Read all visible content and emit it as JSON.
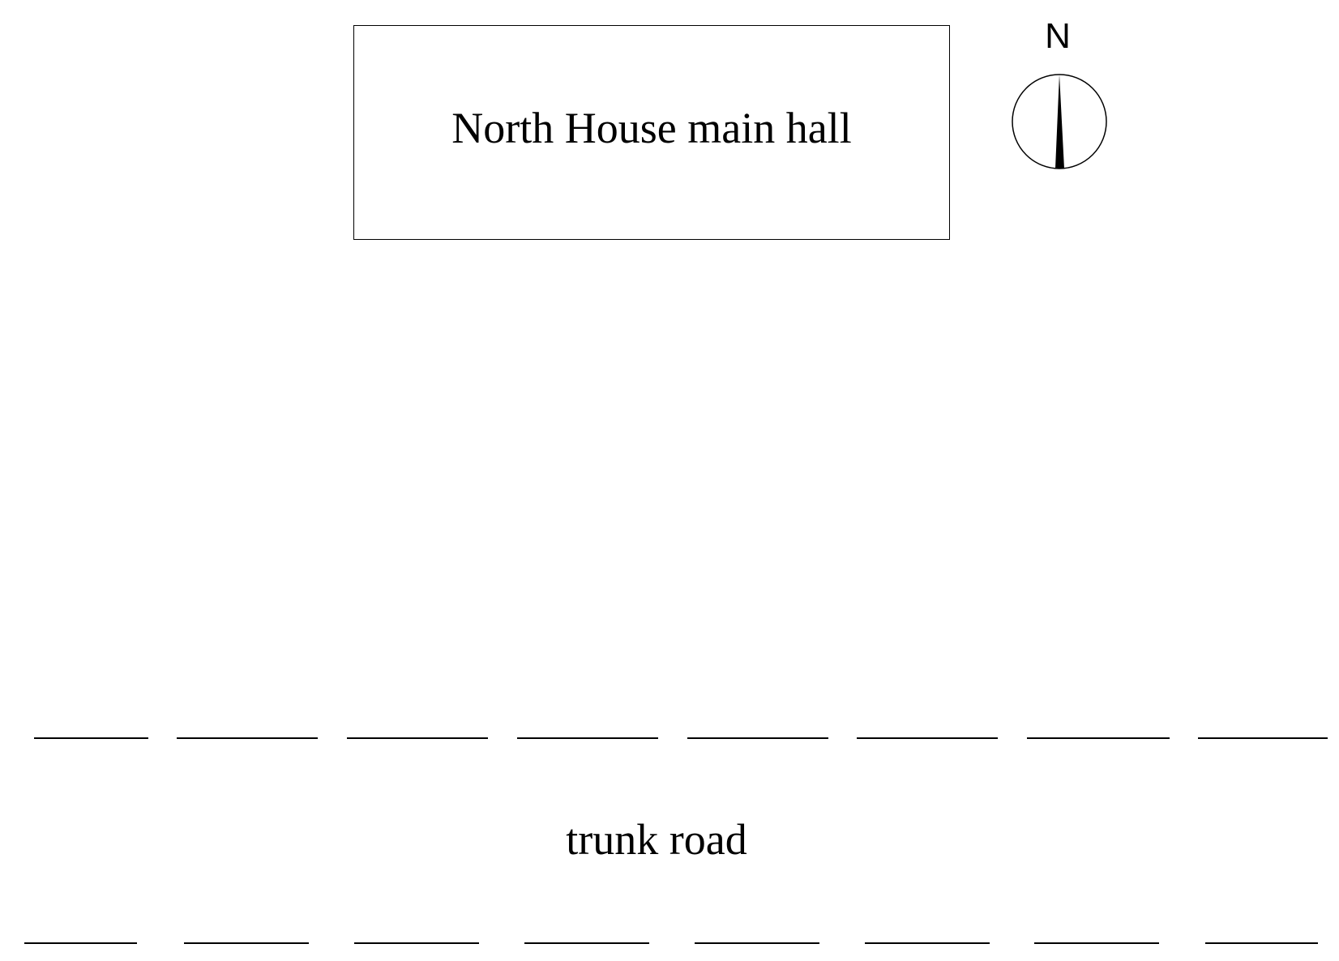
{
  "building": {
    "label": "North House main hall"
  },
  "compass": {
    "letter": "N",
    "icon": "north-arrow-icon"
  },
  "road": {
    "label": "trunk road"
  }
}
